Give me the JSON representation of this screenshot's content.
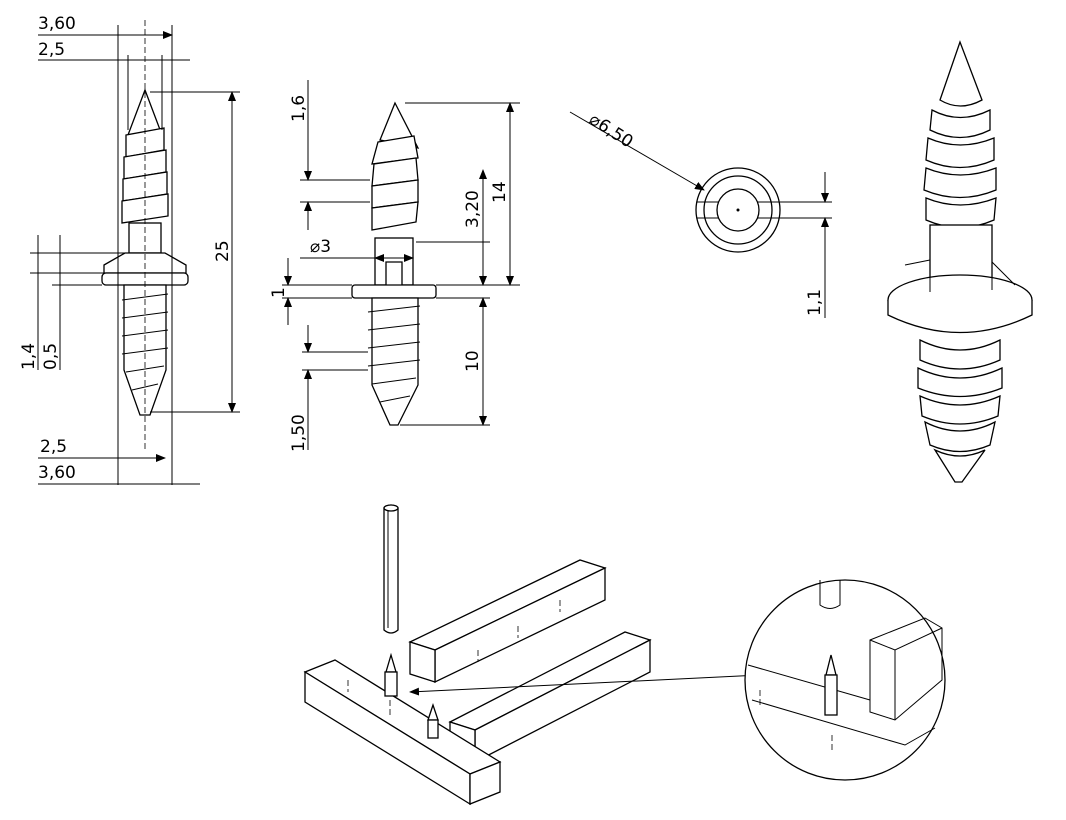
{
  "front_view": {
    "top_outer_diameter": "3,60",
    "top_inner_diameter": "2,5",
    "total_length": "25",
    "head_height": "1,4",
    "flange_thickness": "0,5",
    "bottom_inner_diameter": "2,5",
    "bottom_outer_diameter": "3,60"
  },
  "side_view": {
    "upper_pitch": "1,6",
    "collar_height": "3,20",
    "upper_length": "14",
    "collar_diameter": "⌀3",
    "flange_thickness": "1",
    "lower_length": "10",
    "lower_pitch": "1,50"
  },
  "top_view": {
    "head_diameter": "⌀6,50",
    "slot_width": "1,1"
  },
  "colors": {
    "line": "#000000",
    "background": "#ffffff"
  }
}
